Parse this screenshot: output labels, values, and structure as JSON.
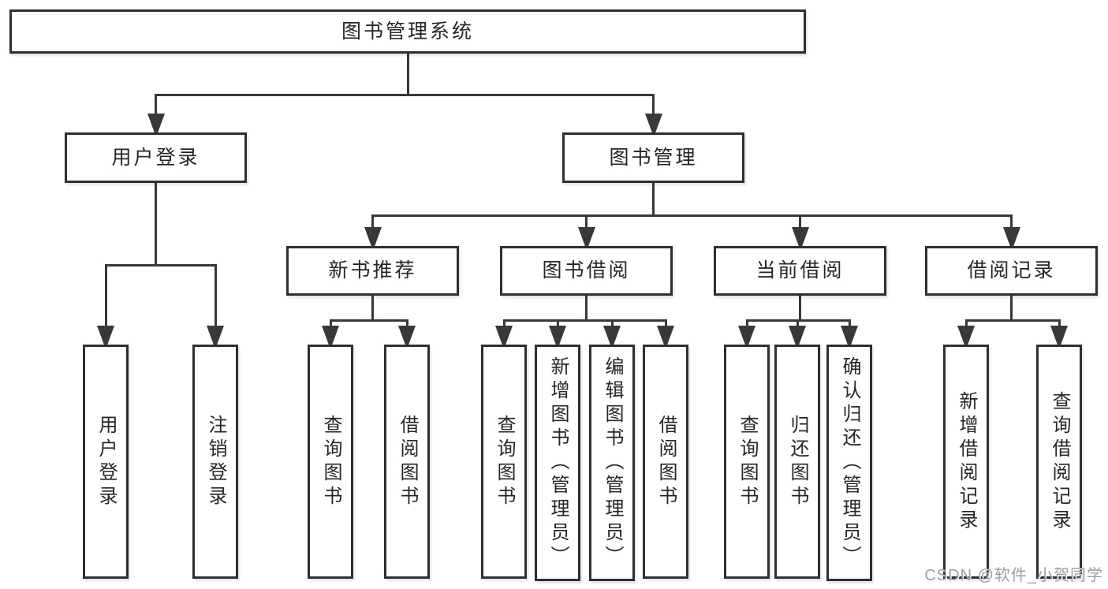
{
  "diagram": {
    "title": "图书管理系统",
    "watermark": "CSDN @软件_小贺同学",
    "colors": {
      "line": "#383838",
      "border": "#2f2f2f",
      "text": "#262626",
      "background": "#ffffff",
      "watermark": "#9e9e9e"
    },
    "tree": {
      "id": "root",
      "label": "图书管理系统",
      "children": [
        {
          "id": "user-login",
          "label": "用户登录",
          "children": [
            {
              "id": "login",
              "label": "用户登录"
            },
            {
              "id": "logout",
              "label": "注销登录"
            }
          ]
        },
        {
          "id": "book-mgmt",
          "label": "图书管理",
          "children": [
            {
              "id": "new-books",
              "label": "新书推荐",
              "children": [
                {
                  "id": "nb-query",
                  "label": "查询图书"
                },
                {
                  "id": "nb-borrow",
                  "label": "借阅图书"
                }
              ]
            },
            {
              "id": "borrowing",
              "label": "图书借阅",
              "children": [
                {
                  "id": "b-query",
                  "label": "查询图书"
                },
                {
                  "id": "b-add",
                  "label": "新增图书（管理员）"
                },
                {
                  "id": "b-edit",
                  "label": "编辑图书（管理员）"
                },
                {
                  "id": "b-borrow",
                  "label": "借阅图书"
                }
              ]
            },
            {
              "id": "current",
              "label": "当前借阅",
              "children": [
                {
                  "id": "c-query",
                  "label": "查询图书"
                },
                {
                  "id": "c-return",
                  "label": "归还图书"
                },
                {
                  "id": "c-confirm",
                  "label": "确认归还（管理员）"
                }
              ]
            },
            {
              "id": "records",
              "label": "借阅记录",
              "children": [
                {
                  "id": "r-add",
                  "label": "新增借阅记录"
                },
                {
                  "id": "r-query",
                  "label": "查询借阅记录"
                }
              ]
            }
          ]
        }
      ]
    }
  }
}
